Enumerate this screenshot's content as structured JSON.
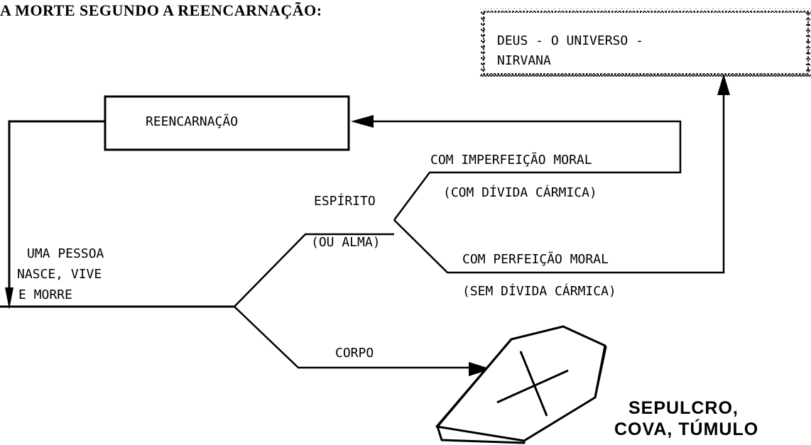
{
  "title": "A MORTE SEGUNDO A REENCARNAÇÃO:",
  "top_box": {
    "line1": "DEUS  -  O UNIVERSO  -",
    "line2": "NIRVANA"
  },
  "reincarnation_box": "REENCARNAÇÃO",
  "person": {
    "line1": "UMA PESSOA",
    "line2": "NASCE,  VIVE",
    "line3": "E  MORRE"
  },
  "spirit": {
    "label": "ESPÍRITO",
    "sub": "(OU ALMA)"
  },
  "imperfect": {
    "label": "COM IMPERFEIÇÃO MORAL",
    "sub": "(COM DÍVIDA CÁRMICA)"
  },
  "perfect": {
    "label": "COM PERFEIÇÃO MORAL",
    "sub": "(SEM DÍVIDA CÁRMICA)"
  },
  "body_label": "CORPO",
  "grave": {
    "line1": "SEPULCRO,",
    "line2": "COVA, TÚMULO"
  }
}
